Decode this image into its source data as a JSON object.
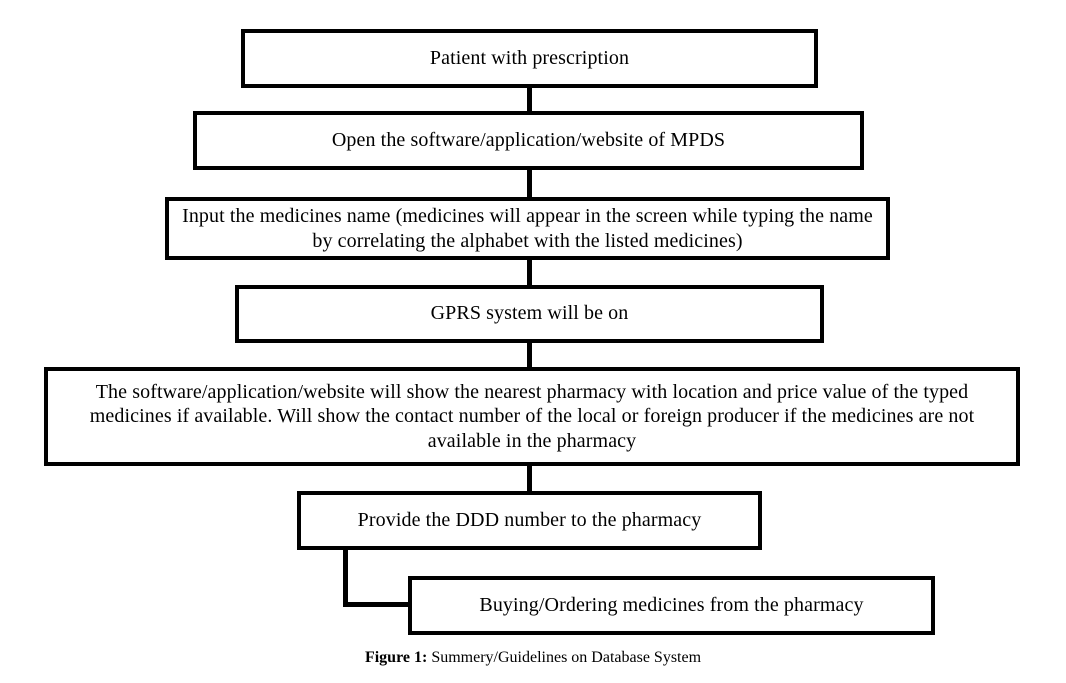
{
  "diagram": {
    "type": "flowchart",
    "orientation": "top-to-bottom",
    "nodes": [
      {
        "id": "n1",
        "text": "Patient with prescription"
      },
      {
        "id": "n2",
        "text": "Open the software/application/website of MPDS"
      },
      {
        "id": "n3",
        "text": "Input the medicines name (medicines will appear in the screen while typing the name by correlating the alphabet with the listed medicines)"
      },
      {
        "id": "n4",
        "text": "GPRS system will be on"
      },
      {
        "id": "n5",
        "text": "The software/application/website will show the nearest pharmacy with location and price value of the typed medicines if available. Will show the contact number of the local or foreign producer if the medicines are not available in the pharmacy"
      },
      {
        "id": "n6",
        "text": "Provide the DDD number to the pharmacy"
      },
      {
        "id": "n7",
        "text": "Buying/Ordering medicines from the pharmacy"
      }
    ],
    "edges": [
      {
        "id": "e1",
        "from": "n1",
        "to": "n2",
        "style": "straight-vertical"
      },
      {
        "id": "e2",
        "from": "n2",
        "to": "n3",
        "style": "straight-vertical"
      },
      {
        "id": "e3",
        "from": "n3",
        "to": "n4",
        "style": "straight-vertical"
      },
      {
        "id": "e4",
        "from": "n4",
        "to": "n5",
        "style": "straight-vertical"
      },
      {
        "id": "e5",
        "from": "n5",
        "to": "n6",
        "style": "straight-vertical"
      },
      {
        "id": "e6",
        "from": "n6",
        "to": "n7",
        "style": "elbow-down-left-right"
      }
    ],
    "colors": {
      "background": "#ffffff",
      "stroke": "#000000",
      "text": "#000000"
    }
  },
  "caption": {
    "prefix": "Figure 1:",
    "text": " Summery/Guidelines on Database System"
  }
}
